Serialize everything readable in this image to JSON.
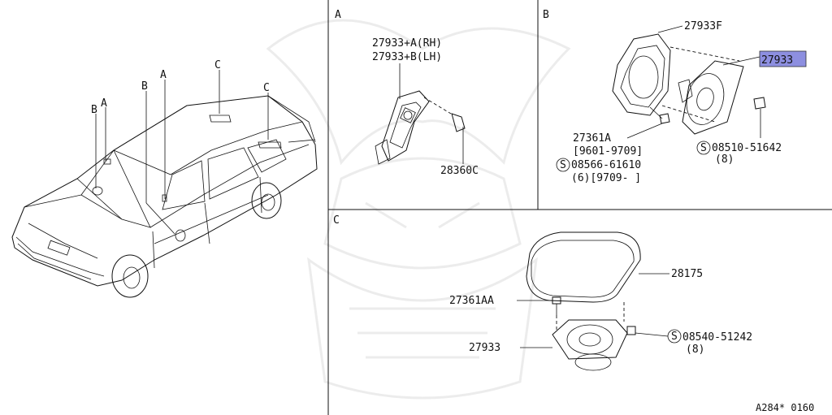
{
  "panels": {
    "A": {
      "title": "A",
      "parts": [
        "27933+A(RH)",
        "27933+B(LH)",
        "28360C"
      ]
    },
    "B": {
      "title": "B",
      "parts": [
        "27933F",
        "27933",
        "27361A",
        "[9601-9709]",
        "08566-61610",
        "(6)[9709- ]",
        "08510-51642",
        "(8)"
      ]
    },
    "C": {
      "title": "C",
      "parts": [
        "28175",
        "27361AA",
        "27933",
        "08540-51242",
        "(8)"
      ]
    }
  },
  "overview": {
    "callouts": [
      "A",
      "A",
      "B",
      "B",
      "C",
      "C"
    ]
  },
  "screw_symbol": "S",
  "highlight_color": "#8d8fe0",
  "footer_code": "A284* 0160"
}
